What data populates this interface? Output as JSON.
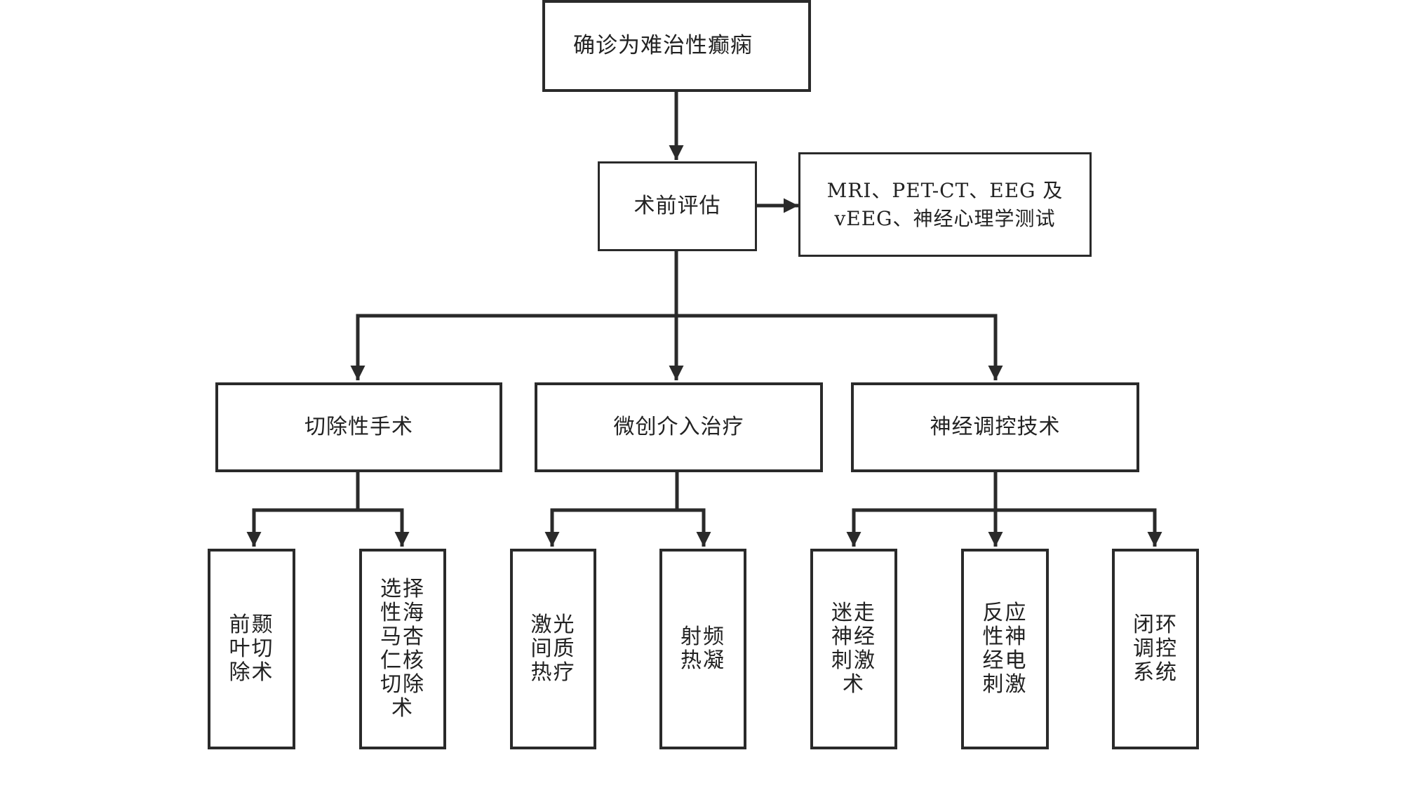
{
  "diagram": {
    "root": {
      "label": "确诊为难治性癫痫"
    },
    "assessment": {
      "label": "术前评估"
    },
    "assessment_detail": {
      "label_line1": "MRI、PET-CT、EEG 及",
      "label_line2": "vEEG、神经心理学测试"
    },
    "categories": [
      {
        "label": "切除性手术",
        "children": [
          {
            "label": "前颞叶切除术"
          },
          {
            "label": "选择性海马杏仁核切除术"
          }
        ]
      },
      {
        "label": "微创介入治疗",
        "children": [
          {
            "label": "激光间质热疗"
          },
          {
            "label": "射频热凝"
          }
        ]
      },
      {
        "label": "神经调控技术",
        "children": [
          {
            "label": "迷走神经刺激术"
          },
          {
            "label": "反应性神经电刺激"
          },
          {
            "label": "闭环调控系统"
          }
        ]
      }
    ],
    "edges": [
      {
        "from": "root",
        "to": "assessment"
      },
      {
        "from": "assessment",
        "to": "assessment_detail"
      },
      {
        "from": "assessment",
        "to": "categories.0"
      },
      {
        "from": "assessment",
        "to": "categories.1"
      },
      {
        "from": "assessment",
        "to": "categories.2"
      },
      {
        "from": "categories.0",
        "to": "categories.0.children.0"
      },
      {
        "from": "categories.0",
        "to": "categories.0.children.1"
      },
      {
        "from": "categories.1",
        "to": "categories.1.children.0"
      },
      {
        "from": "categories.1",
        "to": "categories.1.children.1"
      },
      {
        "from": "categories.2",
        "to": "categories.2.children.0"
      },
      {
        "from": "categories.2",
        "to": "categories.2.children.1"
      },
      {
        "from": "categories.2",
        "to": "categories.2.children.2"
      }
    ],
    "colors": {
      "stroke": "#2a2a2a",
      "text": "#222222",
      "background": "#ffffff"
    }
  }
}
